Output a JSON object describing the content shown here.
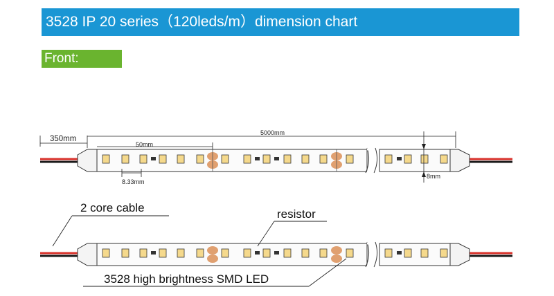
{
  "header": {
    "title": "3528 IP 20  series（120leds/m）dimension chart",
    "section_label": "Front:"
  },
  "dimensions": {
    "cable_length": "350mm",
    "total_length": "5000mm",
    "cut_unit": "50mm",
    "led_pitch": "8.33mm",
    "strip_width": "8mm"
  },
  "callouts": {
    "cable": "2 core cable",
    "resistor": "resistor",
    "led": "3528 high brightness SMD LED"
  },
  "colors": {
    "title_bg": "#1a96d4",
    "section_bg": "#6ab42f",
    "cable_red": "#d8322b",
    "cable_black": "#1a1a1a",
    "cut_pad": "#e0a070",
    "led_yellow": "#f5d98c"
  }
}
